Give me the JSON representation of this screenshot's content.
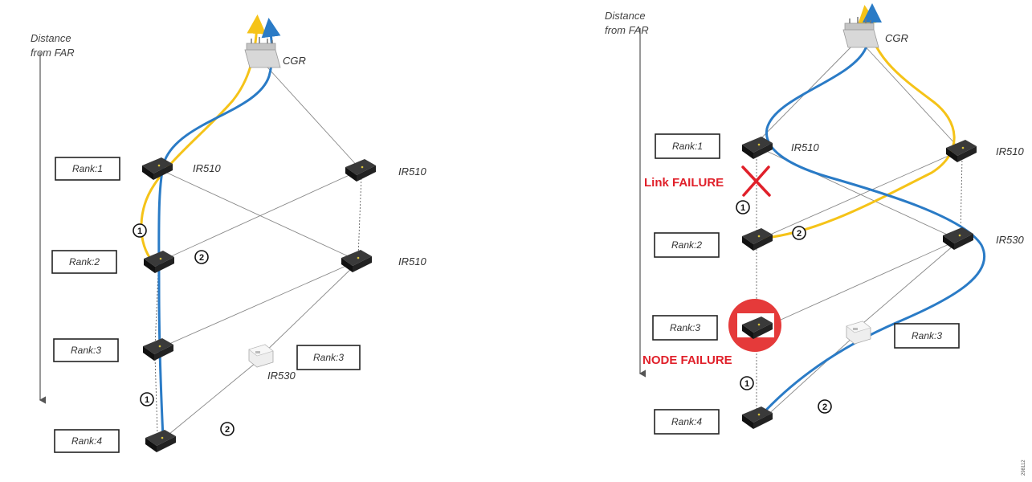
{
  "left": {
    "axis_label_line1": "Distance",
    "axis_label_line2": "from FAR",
    "cgr_label": "CGR",
    "ranks": [
      "Rank:1",
      "Rank:2",
      "Rank:3",
      "Rank:4"
    ],
    "ranks_right": [
      "Rank:3"
    ],
    "device_labels": [
      "IR510",
      "IR510",
      "IR510",
      "IR530"
    ],
    "markers": [
      "1",
      "2",
      "1",
      "2"
    ]
  },
  "right": {
    "axis_label_line1": "Distance",
    "axis_label_line2": "from FAR",
    "cgr_label": "CGR",
    "ranks": [
      "Rank:1",
      "Rank:2",
      "Rank:3",
      "Rank:4"
    ],
    "ranks_right": [
      "Rank:3"
    ],
    "device_labels": [
      "IR510",
      "IR510",
      "IR530"
    ],
    "link_failure": "Link FAILURE",
    "node_failure": "NODE FAILURE",
    "markers": [
      "1",
      "2",
      "1",
      "2"
    ]
  },
  "figure_id": "298112",
  "colors": {
    "path_blue": "#2a7bc6",
    "path_yellow": "#f5c318",
    "failure_red": "#e0202a"
  }
}
